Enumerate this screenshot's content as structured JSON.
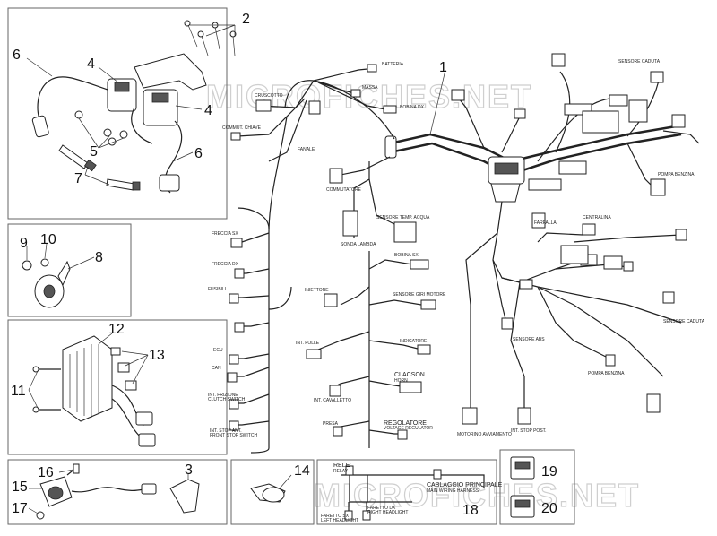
{
  "watermark": "MICROFICHES.NET",
  "callouts": {
    "n1": "1",
    "n2": "2",
    "n3": "3",
    "n4a": "4",
    "n4b": "4",
    "n5": "5",
    "n6a": "6",
    "n6b": "6",
    "n7": "7",
    "n8": "8",
    "n9": "9",
    "n10": "10",
    "n11": "11",
    "n12": "12",
    "n13": "13",
    "n14": "14",
    "n15": "15",
    "n16": "16",
    "n17": "17",
    "n18": "18",
    "n19": "19",
    "n20": "20"
  },
  "panel18": {
    "rele": "RELE'",
    "rele_sub": "RELAY",
    "cablaggio": "CABLAGGIO PRINCIPALE",
    "cablaggio_sub": "MAIN WIRING HARNESS",
    "faretto_sx": "FARETTO SX",
    "faretto_sx_sub": "LEFT HEADLIGHT",
    "faretto_dx": "FARETTO DX",
    "faretto_dx_sub": "RIGHT HEADLIGHT"
  },
  "harness_labels": {
    "regolatore": "REGOLATORE",
    "regolatore_sub": "VOLTAGE REGULATOR",
    "clacson": "CLACSON",
    "clacson_sub": "HORN",
    "int_stop_ant": "INT. STOP ANT.",
    "int_stop_ant_sub": "FRONT STOP SWITCH",
    "int_frizione": "INT. FRIZIONE",
    "int_frizione_sub": "CLUTCH SWITCH",
    "commutatore": "COMMUTATORE",
    "bobina_sx": "BOBINA SX",
    "bobina_dx": "BOBINA DX",
    "motorino": "MOTORINO AVVIAMENTO",
    "sensore_giri": "SENSORE GIRI MOTORE",
    "sensore_temp": "SENSORE TEMP. ACQUA",
    "farfalla": "FARFALLA",
    "sonda_lambda": "SONDA LAMBDA",
    "pompa_benzina": "POMPA BENZINA",
    "cruscotto": "CRUSCOTTO",
    "indicatore": "INDICATORE",
    "iniettore": "INIETTORE",
    "centralina": "CENTRALINA",
    "massa": "MASSA",
    "fusibili": "FUSIBILI",
    "sensore_abs": "SENSORE ABS",
    "stop_post": "INT. STOP POST.",
    "sensore_caduta": "SENSORE CADUTA",
    "cavalletto": "INT. CAVALLETTO",
    "neutral": "INT. FOLLE",
    "chiave": "COMMUT. CHIAVE",
    "fanale": "FANALE",
    "freccia_sx": "FRECCIA SX",
    "freccia_dx": "FRECCIA DX",
    "presa": "PRESA",
    "batteria": "BATTERIA",
    "ecu": "ECU",
    "can": "CAN"
  }
}
